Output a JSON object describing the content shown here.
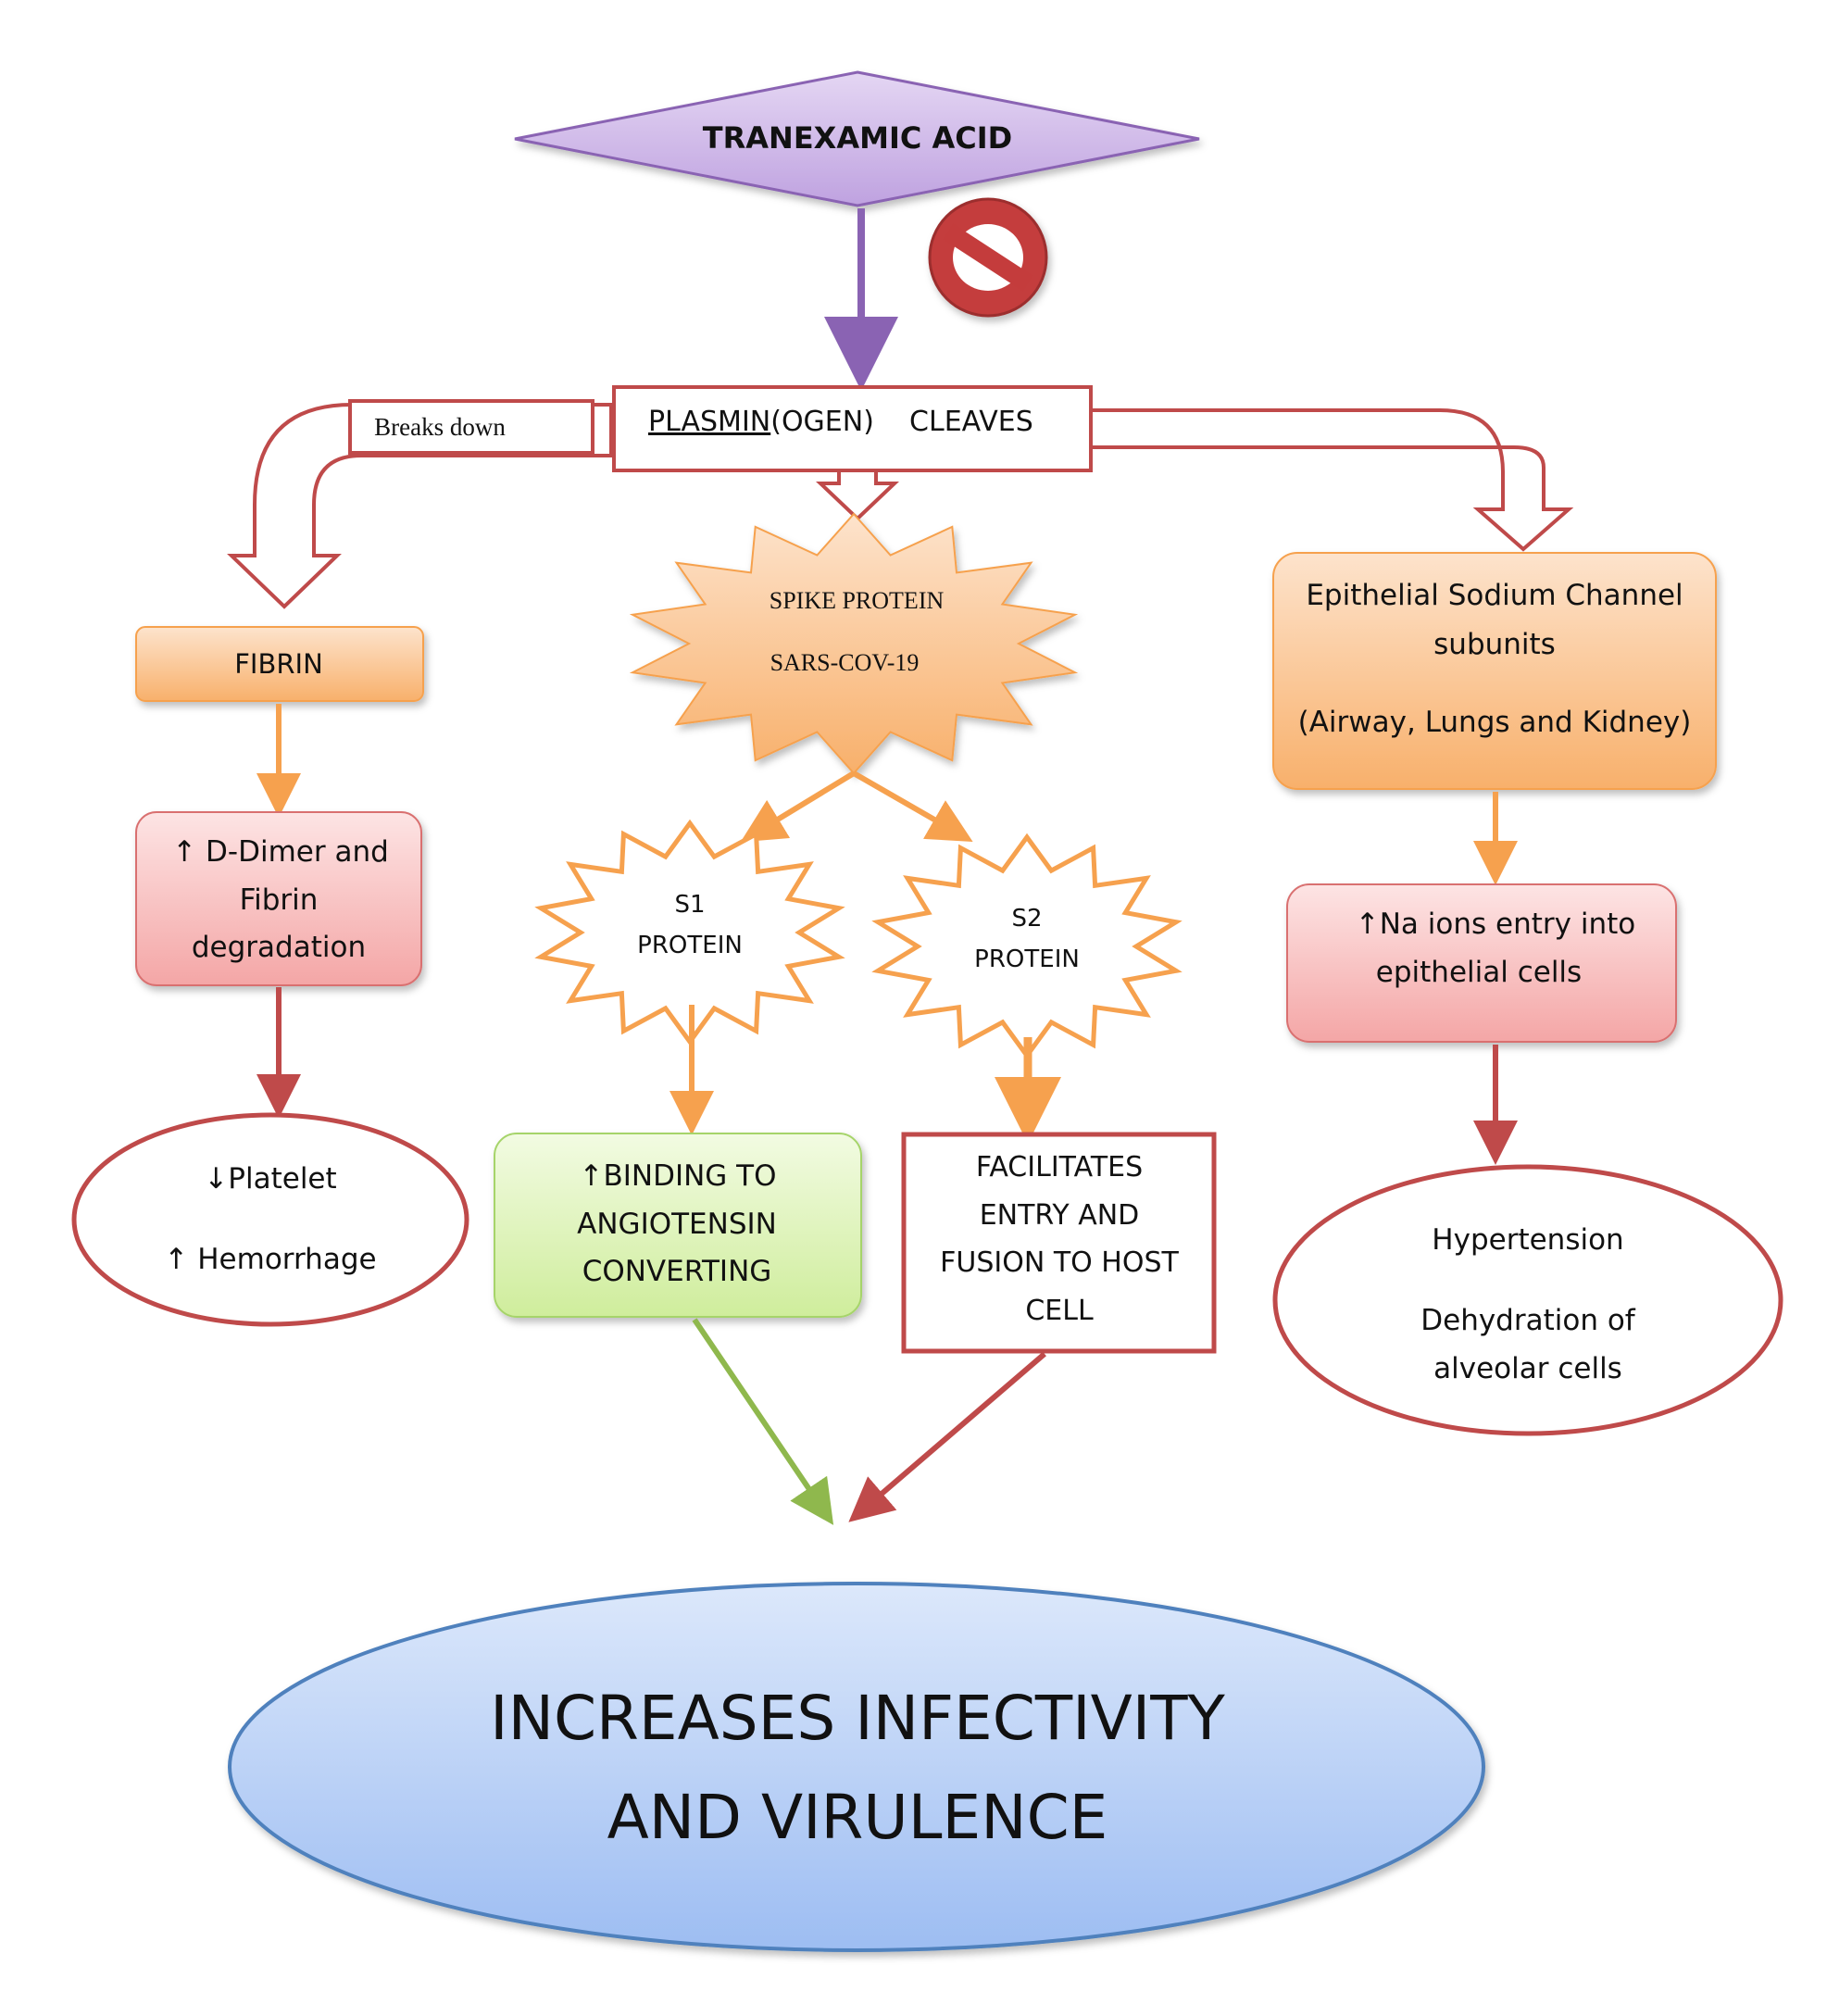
{
  "colors": {
    "red_outline": "#bf4a4a",
    "orange": "#f6a14e",
    "purple": "#8a63b3",
    "green": "#8fb84d",
    "blue_outline": "#4f81bd"
  },
  "nodes": {
    "tranexamic": "TRANEXAMIC ACID",
    "prohibit_icon": "prohibition-icon",
    "plasmin_prefix": "PLASMIN",
    "plasmin_suffix": "(OGEN)    CLEAVES",
    "breaks_down": "Breaks down",
    "spike_line1": "SPIKE PROTEIN",
    "spike_line2": "SARS-COV-19",
    "fibrin": "FIBRIN",
    "ddimer": [
      "↑ D-Dimer and",
      "Fibrin",
      "degradation"
    ],
    "platelet": [
      "↓Platelet",
      "↑ Hemorrhage"
    ],
    "s1": [
      "S1",
      "PROTEIN"
    ],
    "s2": [
      "S2",
      "PROTEIN"
    ],
    "binding": [
      "↑BINDING TO",
      "ANGIOTENSIN",
      "CONVERTING"
    ],
    "facilitates": [
      "FACILITATES",
      "ENTRY AND",
      "FUSION TO HOST",
      "CELL"
    ],
    "enac": [
      "Epithelial Sodium Channel",
      "subunits",
      "(Airway, Lungs and Kidney)"
    ],
    "na_ions": [
      "↑Na ions entry into",
      "epithelial cells"
    ],
    "hypertension": [
      "Hypertension",
      "Dehydration of",
      "alveolar cells"
    ],
    "final": [
      "INCREASES INFECTIVITY",
      "AND VIRULENCE"
    ]
  }
}
